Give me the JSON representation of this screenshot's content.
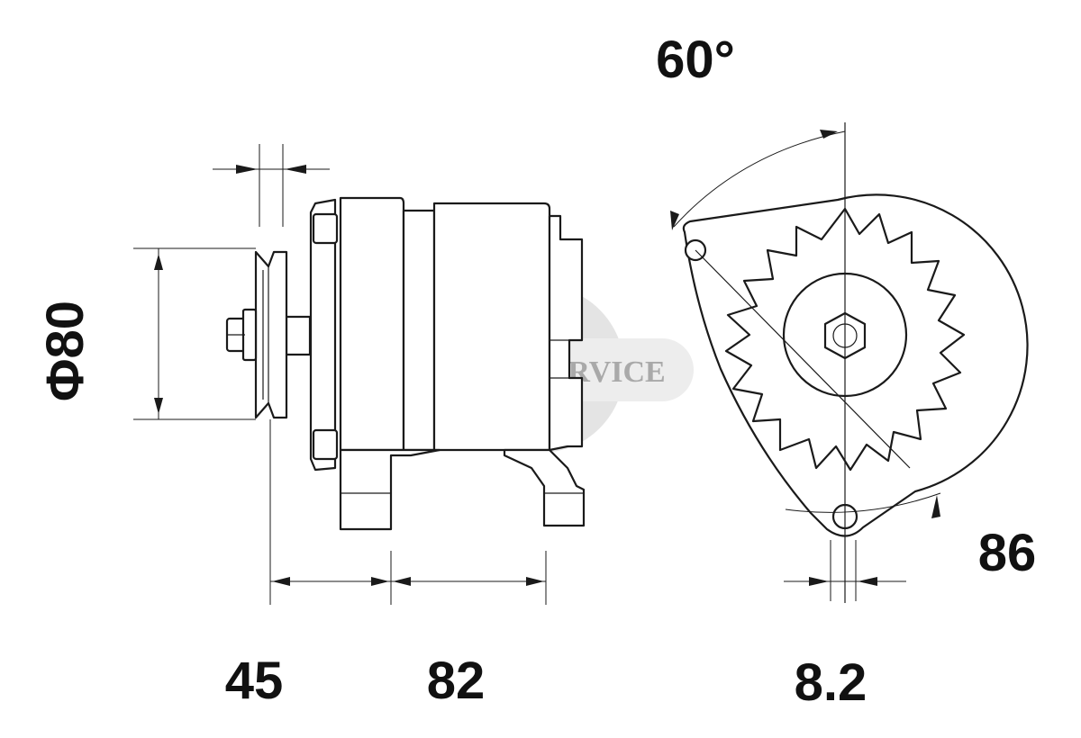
{
  "watermark": {
    "text": "TRADE SERVICE"
  },
  "dimensions": {
    "angle": "60°",
    "diameter": "Φ80",
    "offset_45": "45",
    "length_82": "82",
    "hole_8_2": "8.2",
    "radius_86": "86"
  }
}
